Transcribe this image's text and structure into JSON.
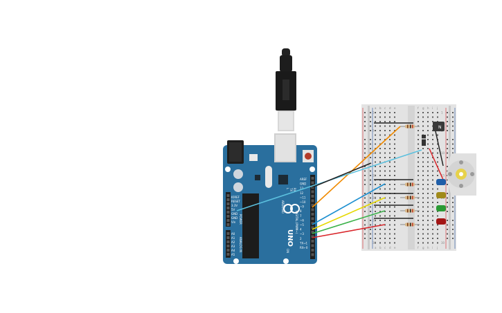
{
  "board": {
    "model": "UNO",
    "brand": "ARDUINO",
    "power_header_labels": [
      "IOREF",
      "RESET",
      "3.3V",
      "5V",
      "GND",
      "GND",
      "Vin"
    ],
    "power_header_title": "POWER",
    "analog_labels": [
      "A0",
      "A1",
      "A2",
      "A3",
      "A4",
      "A5"
    ],
    "analog_title": "ANALOG IN",
    "digital_labels": [
      "AREF",
      "GND",
      "13",
      "12",
      "~11",
      "~10",
      "~9",
      "8",
      "7",
      "~6",
      "~5",
      "4",
      "~3",
      "2",
      "TX→1",
      "RX←0"
    ],
    "digital_title": "DIGITAL (PWM~)",
    "led_labels": [
      "L",
      "TX",
      "RX"
    ],
    "on_label": "ON"
  },
  "breadboard": {
    "column_letters_left": [
      "a",
      "b",
      "c",
      "d",
      "e"
    ],
    "column_letters_right": [
      "f",
      "g",
      "h",
      "i",
      "j"
    ],
    "row_numbers": [
      "1",
      "5",
      "10",
      "15",
      "20",
      "25",
      "30"
    ]
  },
  "motor": {
    "label": "M"
  },
  "colors": {
    "board_blue": "#2a6f9e",
    "wire_orange": "#f08a00",
    "wire_cyan": "#5bc0de",
    "wire_black": "#222222",
    "wire_blue": "#1c8fd0",
    "wire_yellow": "#e6d800",
    "wire_green": "#3bb24a",
    "wire_red": "#d9252a",
    "led_blue": "#1f5ea8",
    "led_yellow": "#a08a1a",
    "led_green": "#2a9a34",
    "led_red": "#a31515"
  }
}
